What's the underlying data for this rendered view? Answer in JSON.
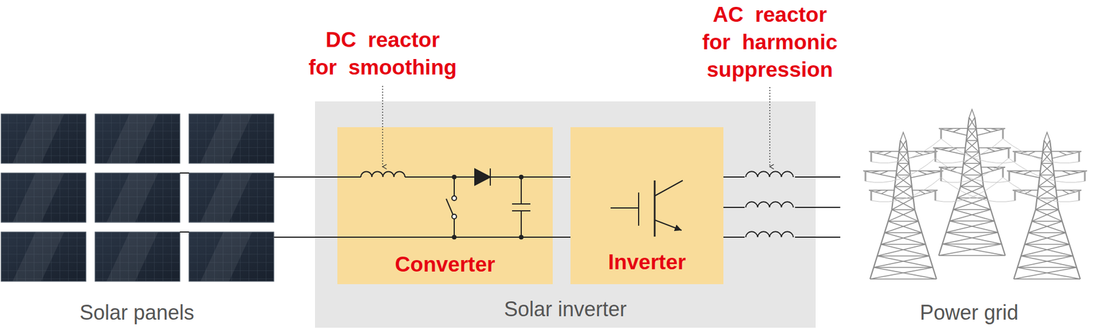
{
  "diagram": {
    "nodes": [
      {
        "text": [
          "Solar panels"
        ]
      },
      {
        "text": [
          "Solar inverter"
        ]
      },
      {
        "text": [
          "Converter"
        ],
        "in": 1
      },
      {
        "text": [
          "Inverter"
        ],
        "in": 1
      },
      {
        "text": [
          "Power grid"
        ]
      }
    ],
    "edges": [
      {
        "from": 0,
        "to": 2,
        "arrow": "none"
      },
      {
        "from": 2,
        "to": 3,
        "arrow": "none"
      },
      {
        "from": 3,
        "to": 4,
        "arrow": "none"
      }
    ],
    "labels": [
      "DC reactor for smoothing",
      "AC reactor for harmonic suppression"
    ]
  }
}
